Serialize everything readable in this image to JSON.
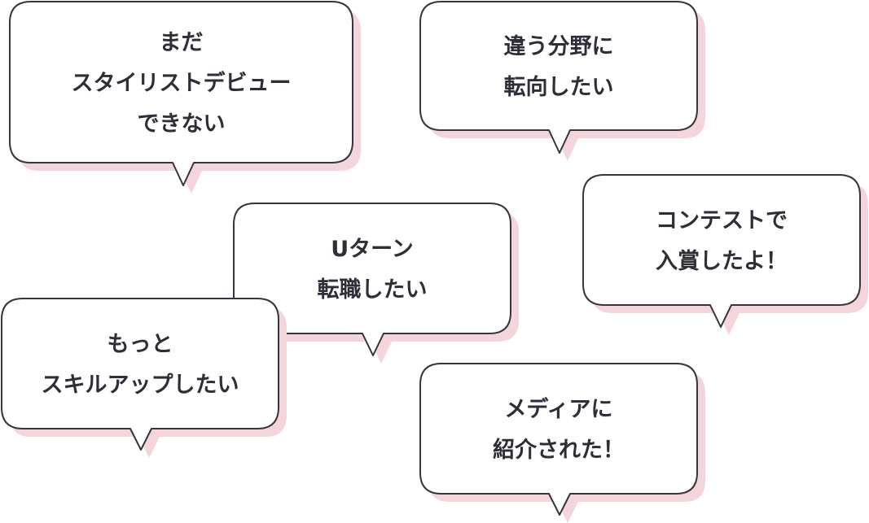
{
  "bubbles": [
    {
      "lines": [
        "まだ",
        "スタイリストデビュー",
        "できない"
      ]
    },
    {
      "lines": [
        "違う分野に",
        "転向したい"
      ]
    },
    {
      "lines": [
        "コンテストで",
        "入賞したよ！"
      ]
    },
    {
      "lines": [
        "Uターン",
        "転職したい"
      ]
    },
    {
      "lines": [
        "もっと",
        "スキルアップしたい"
      ]
    },
    {
      "lines": [
        "メディアに",
        "紹介された！"
      ]
    }
  ],
  "colors": {
    "shadow": "#f5d5dc",
    "stroke": "#35343f",
    "text": "#2f2e38"
  }
}
